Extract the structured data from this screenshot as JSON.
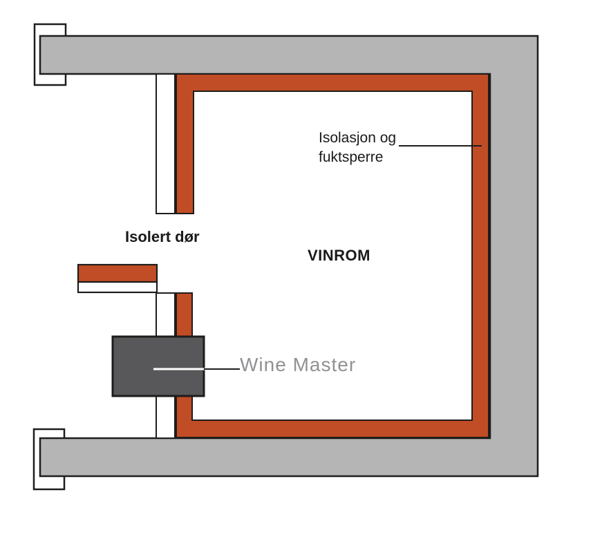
{
  "diagram": {
    "labels": {
      "insulation": "Isolasjon og\nfuktsperre",
      "insulated_door": "Isolert dør",
      "room": "VINROM",
      "cooling_unit": "Wine Master"
    },
    "colors": {
      "concrete_gray": "#b5b5b5",
      "insulation_orange": "#c14d26",
      "unit_dark_gray": "#58585a",
      "outline_black": "#1d1d1b",
      "unit_label_gray": "#8f9193",
      "label_black": "#1a1a1a",
      "background_white": "#ffffff"
    }
  }
}
